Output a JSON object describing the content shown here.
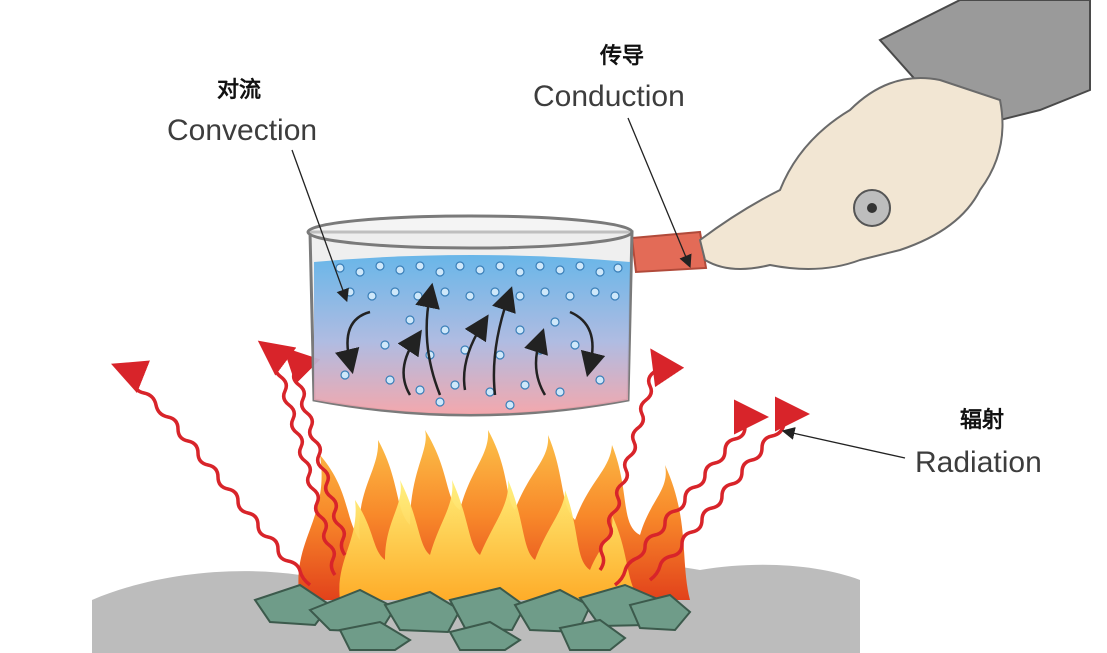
{
  "labels": {
    "convection": {
      "zh": "对流",
      "en": "Convection"
    },
    "conduction": {
      "zh": "传导",
      "en": "Conduction"
    },
    "radiation": {
      "zh": "辐射",
      "en": "Radiation"
    }
  },
  "colors": {
    "radiation_wave": "#d8242a",
    "flame_outer": "#f26b1d",
    "flame_inner": "#ffd23a",
    "water_top": "#5ab0e8",
    "water_bottom": "#f3a0a6",
    "handle": "#e36b57",
    "rock": "#6f9c89",
    "ground": "#b9b9b9",
    "skin": "#f2e6d3",
    "sleeve": "#9a9a9a"
  }
}
